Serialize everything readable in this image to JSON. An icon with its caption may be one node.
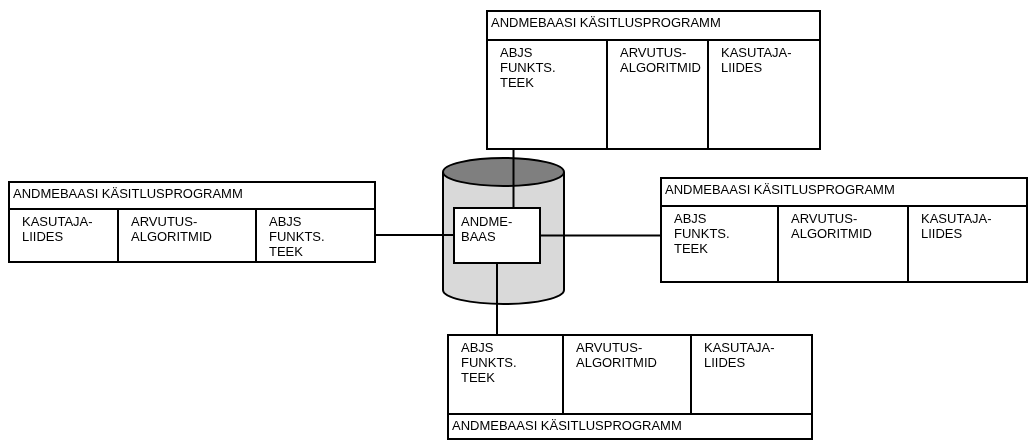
{
  "diagram": {
    "nodes": [
      {
        "text": [
          "ANDMEBAASI KÄSITLUSPROGRAMM"
        ]
      },
      {
        "text": [
          "ABJS FUNKTS. TEEK"
        ],
        "in": 0
      },
      {
        "text": [
          "ARVUTUS- ALGORITMID"
        ],
        "in": 0
      },
      {
        "text": [
          "KASUTAJA- LIIDES"
        ],
        "in": 0
      },
      {
        "text": [
          "ANDMEBAASI KÄSITLUSPROGRAMM"
        ]
      },
      {
        "text": [
          "KASUTAJA- LIIDES"
        ],
        "in": 4
      },
      {
        "text": [
          "ARVUTUS- ALGORITMID"
        ],
        "in": 4
      },
      {
        "text": [
          "ABJS FUNKTS. TEEK"
        ],
        "in": 4
      },
      {
        "text": [],
        "shape": "cylinder"
      },
      {
        "text": [
          "ANDME- BAAS"
        ],
        "in": 8
      },
      {
        "text": [
          "ANDMEBAASI KÄSITLUSPROGRAMM"
        ]
      },
      {
        "text": [
          "ABJS FUNKTS. TEEK"
        ],
        "in": 10
      },
      {
        "text": [
          "ARVUTUS- ALGORITMID"
        ],
        "in": 10
      },
      {
        "text": [
          "KASUTAJA- LIIDES"
        ],
        "in": 10
      },
      {
        "text": [
          "ANDMEBAASI KÄSITLUSPROGRAMM"
        ]
      },
      {
        "text": [
          "ABJS FUNKTS. TEEK"
        ],
        "in": 14
      },
      {
        "text": [
          "ARVUTUS- ALGORITMID"
        ],
        "in": 14
      },
      {
        "text": [
          "KASUTAJA- LIIDES"
        ],
        "in": 14
      }
    ],
    "edges": [
      {
        "from": 9,
        "to": 0,
        "arrow": "none"
      },
      {
        "from": 9,
        "to": 4,
        "arrow": "none"
      },
      {
        "from": 9,
        "to": 10,
        "arrow": "none"
      },
      {
        "from": 9,
        "to": 14,
        "arrow": "none"
      }
    ]
  }
}
